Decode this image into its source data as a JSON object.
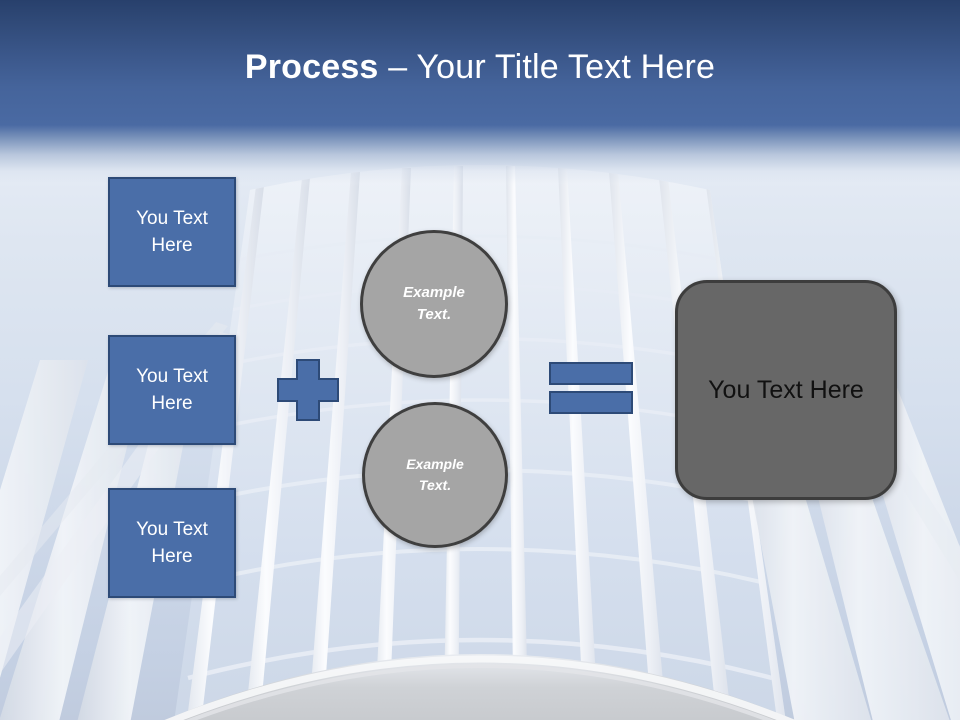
{
  "slide": {
    "title": {
      "bold_part": "Process ",
      "normal_part": "– Your Title Text Here"
    },
    "theme": {
      "title_band_top_color": "#28406c",
      "title_band_bottom_color": "#4a6aa3",
      "accent_blue": "#4a6ea8",
      "accent_blue_border": "#2d4a77",
      "circle_gray": "#a5a5a5",
      "circle_gray_border": "#3f3f3f",
      "result_gray": "#676767",
      "result_gray_border": "#3d3d3d",
      "text_on_blue": "#ffffff",
      "text_on_result": "#111111"
    }
  },
  "input_boxes": [
    {
      "label": "You Text\nHere"
    },
    {
      "label": "You Text\nHere"
    },
    {
      "label": "You Text\nHere"
    }
  ],
  "operators": {
    "plus": "plus-sign",
    "equals": "equals-sign"
  },
  "circles": [
    {
      "label": "Example\nText."
    },
    {
      "label": "Example\nText."
    }
  ],
  "result": {
    "label": "You Text Here"
  },
  "background": {
    "image_subject": "glass-office-building-upward-view",
    "sky_top_color": "#eff3f9",
    "sky_bottom_color": "#c0cbde",
    "mullion_color": "#f4f6fa",
    "base_arc_color": "#c9c9c9"
  }
}
